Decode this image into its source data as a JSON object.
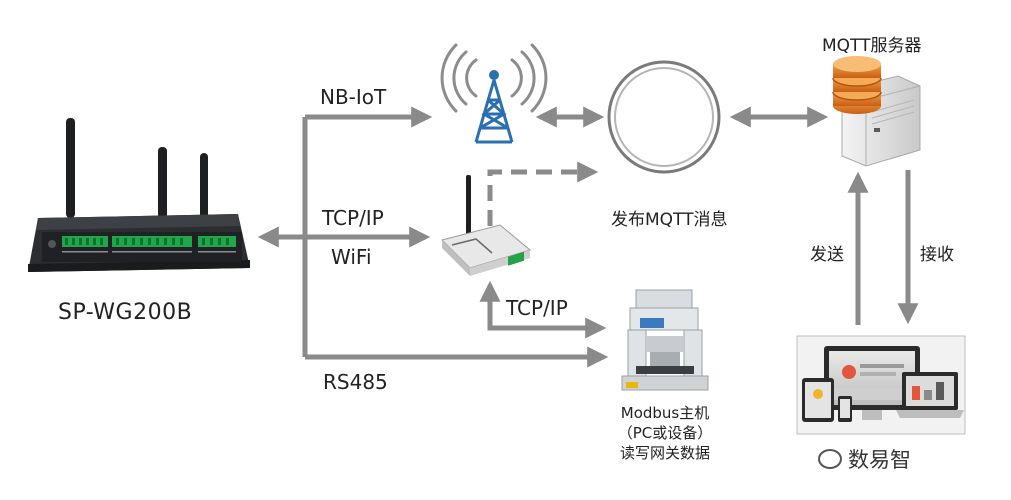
{
  "labels": {
    "device_name": "SP-WG200B",
    "nb_iot": "NB-IoT",
    "tcpip_left": "TCP/IP",
    "wifi": "WiFi",
    "rs485": "RS485",
    "tcpip_router": "TCP/IP",
    "publish_mqtt": "发布MQTT消息",
    "mqtt_server": "MQTT服务器",
    "send": "发送",
    "receive": "接收",
    "modbus_line1": "Modbus主机",
    "modbus_line2": "（PC或设备）",
    "modbus_line3": "读写网关数据"
  },
  "watermark": {
    "text": "数易智"
  },
  "colors": {
    "arrow": "#8a8a8a",
    "device_body": "#2b2d30",
    "terminal_green": "#1fa84a",
    "server_orange": "#e07a22",
    "tower_blue": "#2a6fb0"
  }
}
